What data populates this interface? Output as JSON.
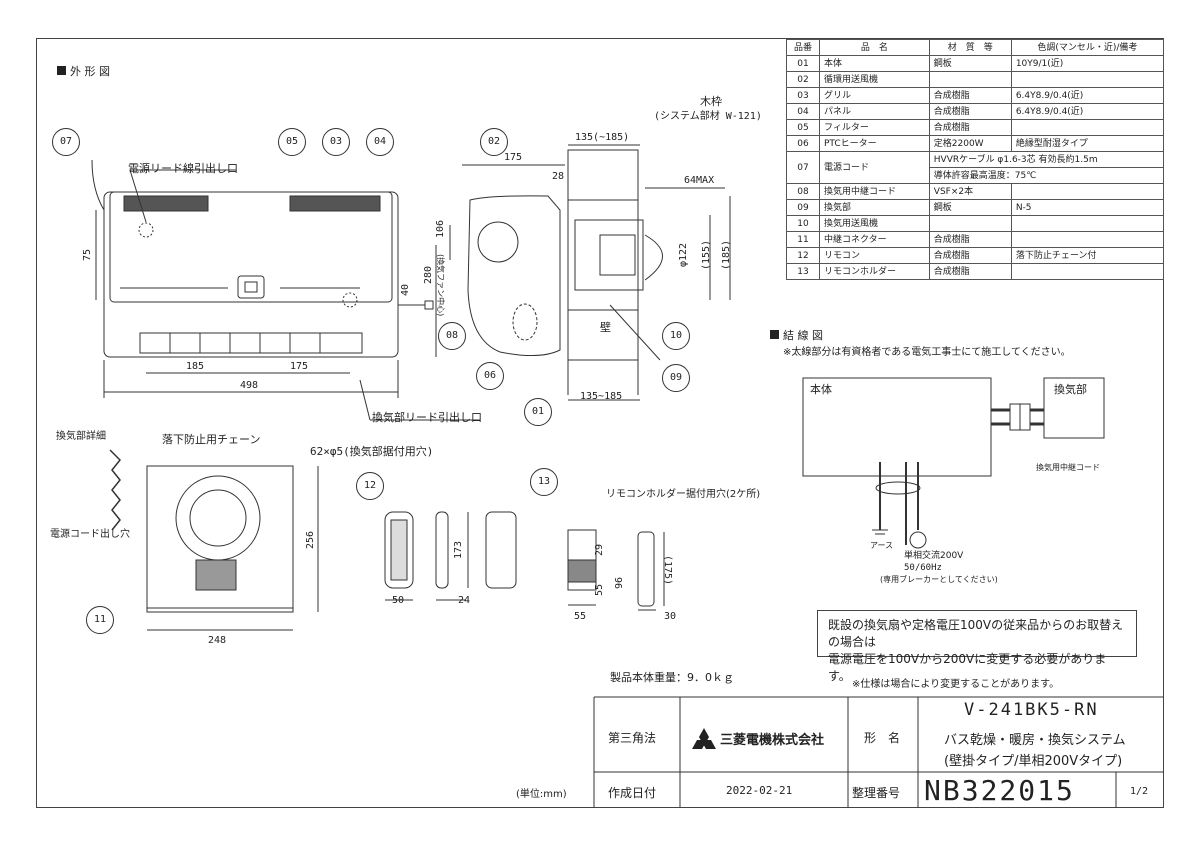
{
  "drawing": {
    "outline_heading": "外 形 図",
    "wiring_heading": "結 線 図",
    "wiring_note": "※太線部分は有資格者である電気工事士にて施工してください。",
    "unit_note": "(単位:mm)",
    "weight": "製品本体重量：9．0ｋｇ",
    "spec_note": "※仕様は場合により変更することがあります。",
    "notice_line1": "既設の換気扇や定格電圧100Vの従来品からのお取替えの場合は",
    "notice_line2": "電源電圧を100Vから200Vに変更する必要があります。"
  },
  "parts_table": {
    "headers": [
      "品番",
      "品　名",
      "材　質　等",
      "色調(マンセル・近)/備考"
    ],
    "rows": [
      [
        "01",
        "本体",
        "鋼板",
        "10Y9/1(近)"
      ],
      [
        "02",
        "循環用送風機",
        "",
        ""
      ],
      [
        "03",
        "グリル",
        "合成樹脂",
        "6.4Y8.9/0.4(近)"
      ],
      [
        "04",
        "パネル",
        "合成樹脂",
        "6.4Y8.9/0.4(近)"
      ],
      [
        "05",
        "フィルター",
        "合成樹脂",
        ""
      ],
      [
        "06",
        "PTCヒーター",
        "定格2200W",
        "絶縁型耐湿タイプ"
      ],
      [
        "07",
        "電源コード",
        "HVVRケーブル φ1.6-3芯 有効長約1.5m",
        "導体許容最高温度：75℃"
      ],
      [
        "08",
        "換気用中継コード",
        "VSF×2本",
        ""
      ],
      [
        "09",
        "換気部",
        "鋼板",
        "N-5"
      ],
      [
        "10",
        "換気用送風機",
        "",
        ""
      ],
      [
        "11",
        "中継コネクター",
        "合成樹脂",
        ""
      ],
      [
        "12",
        "リモコン",
        "合成樹脂",
        "落下防止チェーン付"
      ],
      [
        "13",
        "リモコンホルダー",
        "合成樹脂",
        ""
      ]
    ]
  },
  "labels": {
    "power_lead": "電源リード線引出し口",
    "vent_lead": "換気部リード引出し口",
    "wood_frame": "木枠",
    "system_part": "(システム部材 W-121)",
    "wall": "壁",
    "vent_detail": "換気部詳細",
    "chain": "落下防止用チェーン",
    "cord_exit": "電源コード出し穴",
    "mount_holes": "62×φ5(換気部据付用穴)",
    "holder_holes": "リモコンホルダー据付用穴(2ケ所)",
    "fan_center": "(換気ファン中心)",
    "body": "本体",
    "vent_unit": "換気部",
    "relay_cord": "換気用中継コード",
    "earth": "アース",
    "supply_1": "単相交流200V",
    "supply_2": "50/60Hz",
    "supply_3": "(専用ブレーカーとしてください)"
  },
  "dims": {
    "d75": "75",
    "d185": "185",
    "d175": "175",
    "d498": "498",
    "d280": "280",
    "d40": "40",
    "d135_185a": "135(~185)",
    "d175b": "175",
    "d28": "28",
    "d64": "64MAX",
    "d106": "106",
    "d122": "φ122",
    "d155": "(155)",
    "d185b": "(185)",
    "d135_185b": "135~185",
    "d256": "256",
    "d248": "248",
    "d173": "173",
    "d50": "50",
    "d24": "24",
    "d29": "29",
    "d96": "96",
    "d55a": "55",
    "d55b": "55",
    "d175c": "(175)",
    "d30": "30"
  },
  "bubbles": [
    "07",
    "05",
    "03",
    "04",
    "02",
    "08",
    "06",
    "01",
    "10",
    "09",
    "11",
    "12",
    "13"
  ],
  "title_block": {
    "projection": "第三角法",
    "company": "三菱電機株式会社",
    "model_label": "形　名",
    "model": "V-241BK5-RN",
    "product_1": "バス乾燥・暖房・換気システム",
    "product_2": "(壁掛タイプ/単相200Vタイプ)",
    "date_label": "作成日付",
    "date": "2022-02-21",
    "ref_label": "整理番号",
    "ref": "NB322015",
    "page": "1/2"
  }
}
